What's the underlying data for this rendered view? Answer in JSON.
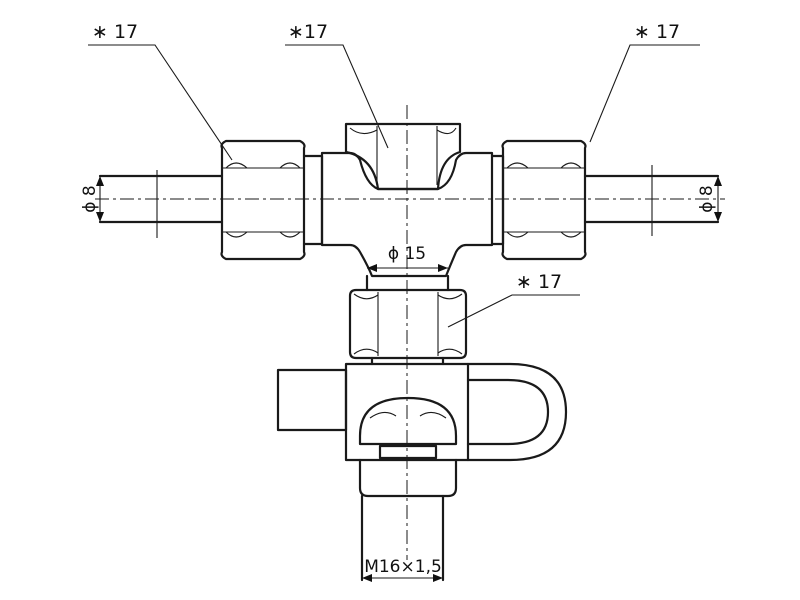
{
  "callouts": {
    "left_nut": "∗ 17",
    "top_boss": "∗17",
    "right_nut": "∗ 17",
    "lower_nut": "∗ 17"
  },
  "dimensions": {
    "left_pipe": "ϕ 8",
    "right_pipe": "ϕ 8",
    "stem": "ϕ 15",
    "thread": "M16×1,5"
  }
}
